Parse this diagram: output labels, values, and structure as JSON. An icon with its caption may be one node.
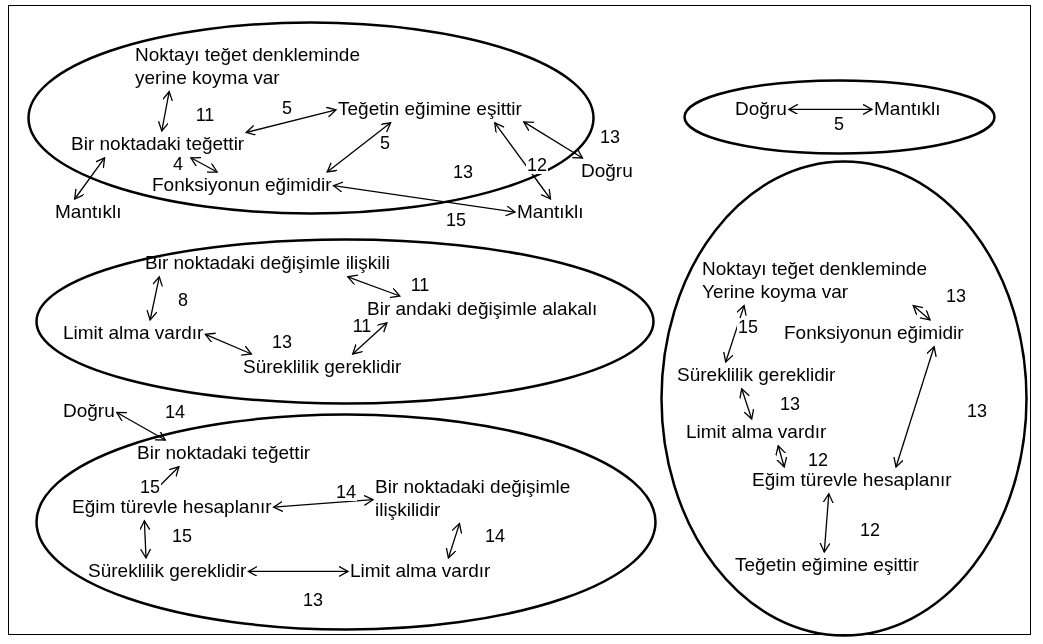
{
  "diagram": {
    "nodes": [
      {
        "text": [],
        "shape": "ellipse"
      },
      {
        "text": [
          "Noktayı teğet denkleminde yerine koyma var"
        ],
        "in": 0
      },
      {
        "text": [
          "Teğetin eğimine eşittir"
        ],
        "in": 0
      },
      {
        "text": [
          "Bir noktadaki teğettir"
        ],
        "in": 0
      },
      {
        "text": [
          "Fonksiyonun eğimidir"
        ],
        "in": 0
      },
      {
        "text": [
          "Mantıklı"
        ]
      },
      {
        "text": [
          "Doğru"
        ]
      },
      {
        "text": [
          "Mantıklı"
        ]
      },
      {
        "text": [],
        "shape": "ellipse"
      },
      {
        "text": [
          "Doğru"
        ],
        "in": 8
      },
      {
        "text": [
          "Mantıklı"
        ],
        "in": 8
      },
      {
        "text": [],
        "shape": "ellipse"
      },
      {
        "text": [
          "Bir noktadaki değişimle ilişkili"
        ],
        "in": 11
      },
      {
        "text": [
          "Bir andaki değişimle alakalı"
        ],
        "in": 11
      },
      {
        "text": [
          "Limit alma vardır"
        ],
        "in": 11
      },
      {
        "text": [
          "Süreklilik gereklidir"
        ],
        "in": 11
      },
      {
        "text": [],
        "shape": "ellipse"
      },
      {
        "text": [
          "Noktayı teğet denkleminde Yerine koyma var"
        ],
        "in": 16
      },
      {
        "text": [
          "Fonksiyonun eğimidir"
        ],
        "in": 16
      },
      {
        "text": [
          "Süreklilik gereklidir"
        ],
        "in": 16
      },
      {
        "text": [
          "Limit alma vardır"
        ],
        "in": 16
      },
      {
        "text": [
          "Eğim türevle hesaplanır"
        ],
        "in": 16
      },
      {
        "text": [
          "Teğetin eğimine eşittir"
        ],
        "in": 16
      },
      {
        "text": [
          "Doğru"
        ]
      },
      {
        "text": [],
        "shape": "ellipse"
      },
      {
        "text": [
          "Bir noktadaki teğettir"
        ],
        "in": 24
      },
      {
        "text": [
          "Eğim türevle hesaplanır"
        ],
        "in": 24
      },
      {
        "text": [
          "Bir noktadaki değişimle ilişkilidir"
        ],
        "in": 24
      },
      {
        "text": [
          "Süreklilik gereklidir"
        ],
        "in": 24
      },
      {
        "text": [
          "Limit alma vardır"
        ],
        "in": 24
      }
    ],
    "edges": [
      {
        "from": 1,
        "to": 3,
        "arrow": "both",
        "label": "11"
      },
      {
        "from": 3,
        "to": 2,
        "arrow": "both",
        "label": "5"
      },
      {
        "from": 4,
        "to": 2,
        "arrow": "both",
        "label": "5"
      },
      {
        "from": 3,
        "to": 4,
        "arrow": "both",
        "label": "4"
      },
      {
        "from": 5,
        "to": 3,
        "arrow": "both"
      },
      {
        "from": 2,
        "to": 6,
        "arrow": "both",
        "label": "13"
      },
      {
        "from": 2,
        "to": 7,
        "arrow": "both",
        "label": "12"
      },
      {
        "from": 4,
        "to": 7,
        "arrow": "both",
        "label": "15"
      },
      {
        "from": 9,
        "to": 10,
        "arrow": "both",
        "label": "5"
      },
      {
        "from": 12,
        "to": 14,
        "arrow": "both",
        "label": "8"
      },
      {
        "from": 12,
        "to": 13,
        "arrow": "both",
        "label": "11"
      },
      {
        "from": 14,
        "to": 15,
        "arrow": "both",
        "label": "13"
      },
      {
        "from": 15,
        "to": 13,
        "arrow": "both",
        "label": "11"
      },
      {
        "from": 17,
        "to": 18,
        "arrow": "both",
        "label": "13"
      },
      {
        "from": 17,
        "to": 19,
        "arrow": "both",
        "label": "15"
      },
      {
        "from": 19,
        "to": 20,
        "arrow": "both",
        "label": "13"
      },
      {
        "from": 20,
        "to": 21,
        "arrow": "both",
        "label": "12"
      },
      {
        "from": 18,
        "to": 21,
        "arrow": "both",
        "label": "13"
      },
      {
        "from": 21,
        "to": 22,
        "arrow": "both",
        "label": "12"
      },
      {
        "from": 23,
        "to": 25,
        "arrow": "both",
        "label": "14"
      },
      {
        "from": 25,
        "to": 26,
        "arrow": "both",
        "label": "15"
      },
      {
        "from": 26,
        "to": 27,
        "arrow": "both",
        "label": "14"
      },
      {
        "from": 26,
        "to": 28,
        "arrow": "both",
        "label": "15"
      },
      {
        "from": 27,
        "to": 29,
        "arrow": "both",
        "label": "14"
      },
      {
        "from": 28,
        "to": 29,
        "arrow": "both",
        "label": "13"
      }
    ],
    "labels": [
      "13"
    ]
  }
}
